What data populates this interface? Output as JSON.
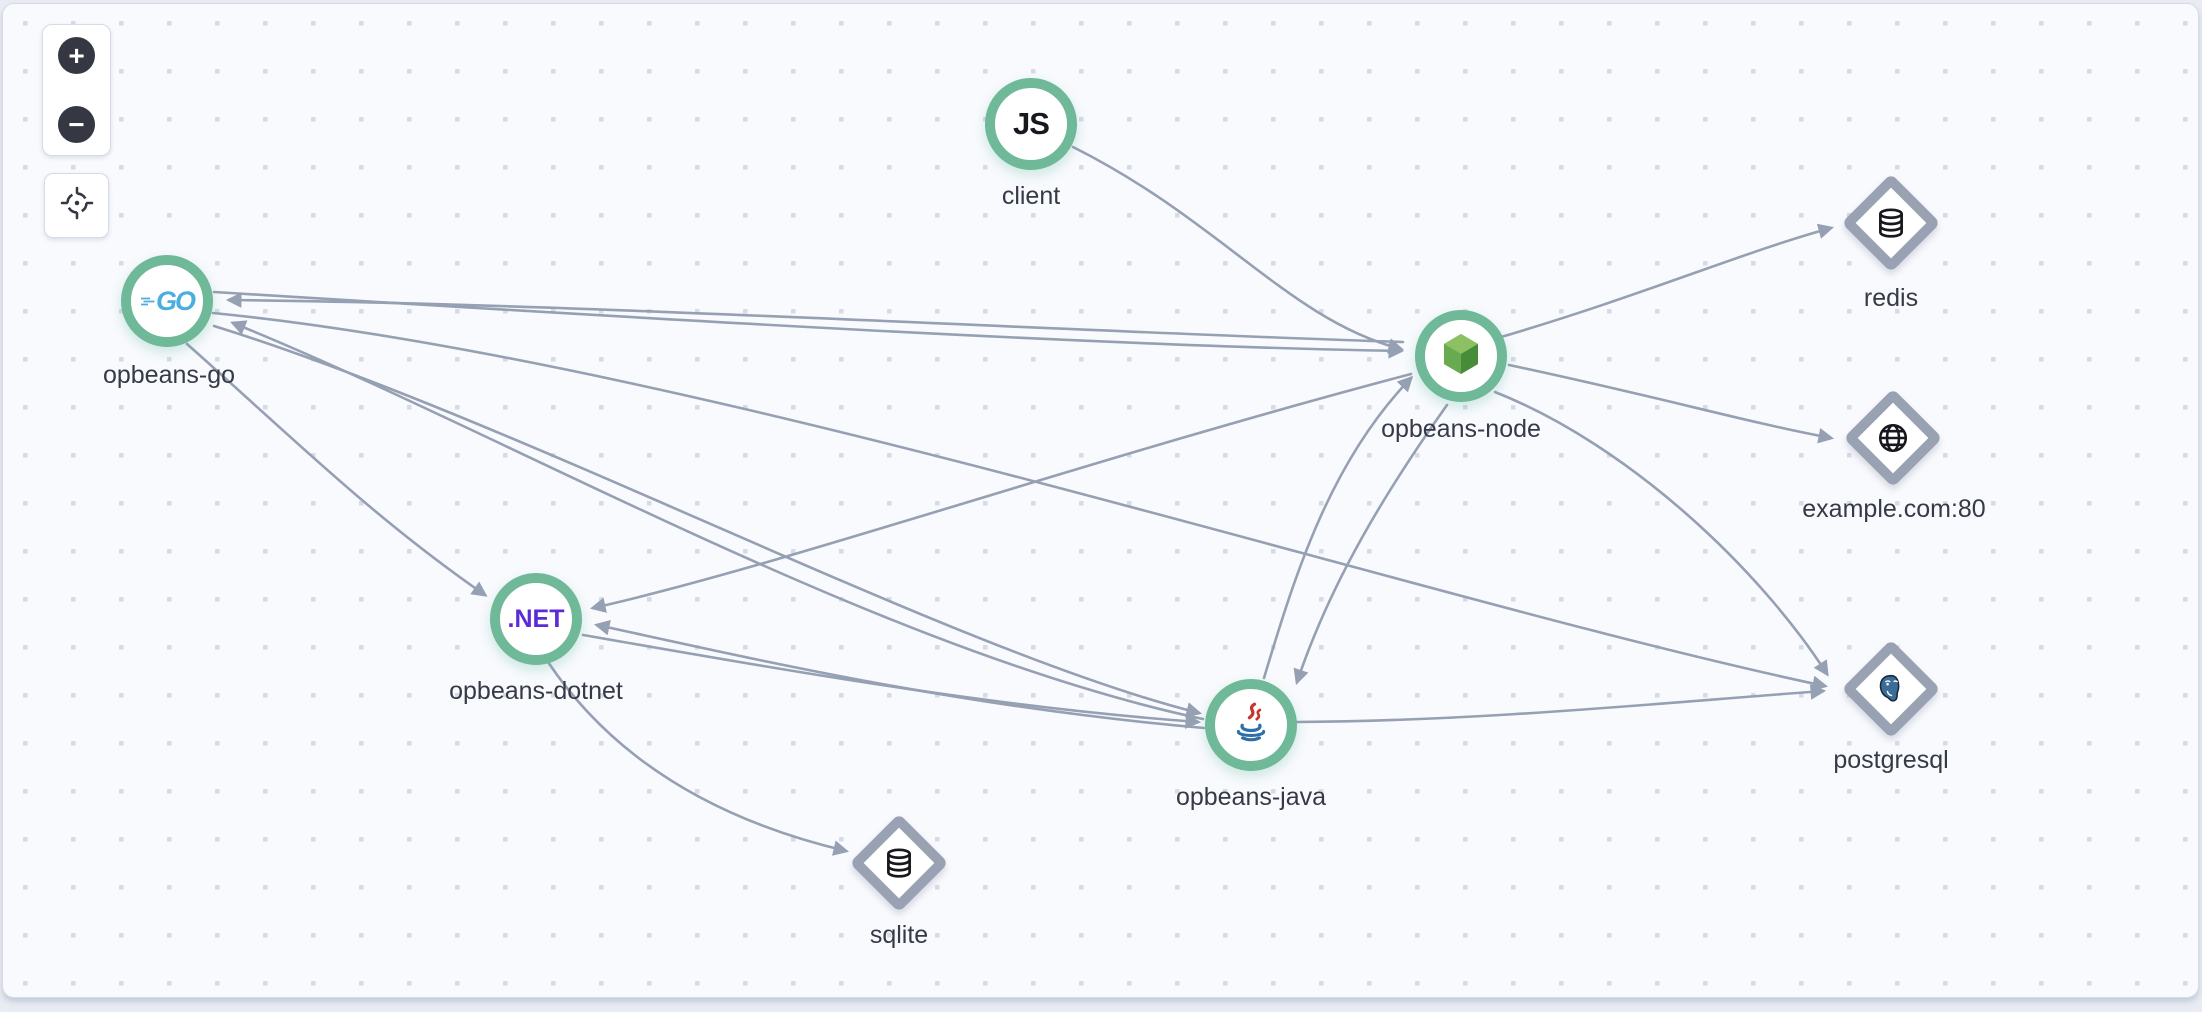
{
  "controls": {
    "zoom_in_glyph": "+",
    "zoom_out_glyph": "−"
  },
  "nodes": [
    {
      "label": "client",
      "kind": "service",
      "icon": "js-icon",
      "badge_text": "JS"
    },
    {
      "label": "opbeans-go",
      "kind": "service",
      "icon": "go-icon",
      "badge_text": "GO"
    },
    {
      "label": "opbeans-node",
      "kind": "service",
      "icon": "nodejs-icon",
      "badge_text": ""
    },
    {
      "label": "opbeans-dotnet",
      "kind": "service",
      "icon": "dotnet-icon",
      "badge_text": ".NET"
    },
    {
      "label": "opbeans-java",
      "kind": "service",
      "icon": "java-icon",
      "badge_text": ""
    },
    {
      "label": "redis",
      "kind": "dependency",
      "icon": "database-icon",
      "badge_text": ""
    },
    {
      "label": "example.com:80",
      "kind": "dependency",
      "icon": "globe-icon",
      "badge_text": ""
    },
    {
      "label": "postgresql",
      "kind": "dependency",
      "icon": "postgresql-icon",
      "badge_text": ""
    },
    {
      "label": "sqlite",
      "kind": "dependency",
      "icon": "database-icon",
      "badge_text": ""
    }
  ],
  "edges": [
    {
      "from": "client",
      "to": "opbeans-node"
    },
    {
      "from": "opbeans-go",
      "to": "opbeans-node"
    },
    {
      "from": "opbeans-node",
      "to": "opbeans-go"
    },
    {
      "from": "opbeans-java",
      "to": "opbeans-node"
    },
    {
      "from": "opbeans-node",
      "to": "opbeans-java"
    },
    {
      "from": "opbeans-node",
      "to": "redis"
    },
    {
      "from": "opbeans-node",
      "to": "example.com:80"
    },
    {
      "from": "opbeans-node",
      "to": "postgresql"
    },
    {
      "from": "opbeans-node",
      "to": "opbeans-dotnet"
    },
    {
      "from": "opbeans-go",
      "to": "postgresql"
    },
    {
      "from": "opbeans-go",
      "to": "opbeans-java"
    },
    {
      "from": "opbeans-java",
      "to": "opbeans-go"
    },
    {
      "from": "opbeans-go",
      "to": "opbeans-dotnet"
    },
    {
      "from": "opbeans-java",
      "to": "opbeans-dotnet"
    },
    {
      "from": "opbeans-dotnet",
      "to": "opbeans-java"
    },
    {
      "from": "opbeans-java",
      "to": "postgresql"
    },
    {
      "from": "opbeans-dotnet",
      "to": "sqlite"
    }
  ],
  "colors": {
    "service_ring": "#6fb898",
    "dependency_border": "#98a2b3",
    "edge": "#96a0b3",
    "label": "#353a46",
    "go_blue": "#4aaede",
    "dotnet_purple": "#5b2bd6",
    "nodejs_green": "#5da146",
    "java_red": "#c6342b",
    "java_blue": "#2f6fa7",
    "postgres_blue": "#3d6c99",
    "canvas_bg": "#f9fafd",
    "dot": "#d7dbe7",
    "control_dark": "#353843"
  }
}
